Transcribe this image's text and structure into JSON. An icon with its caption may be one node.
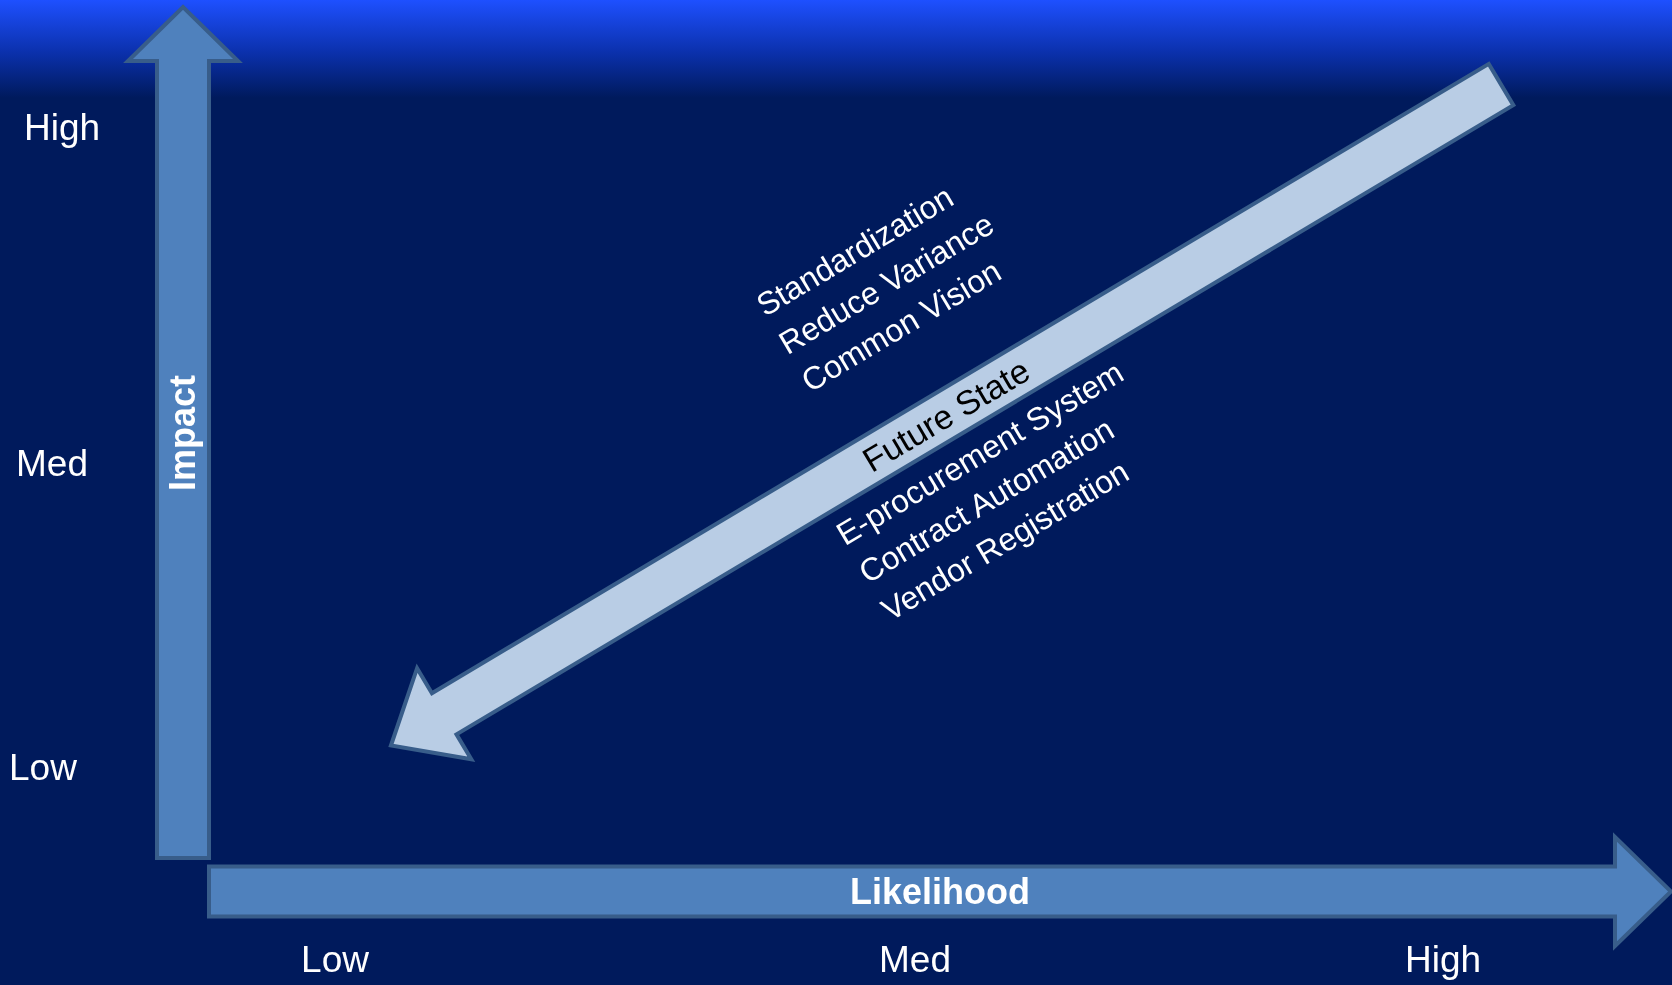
{
  "diagram": {
    "nodes": [
      {
        "text": [
          "Impact"
        ]
      },
      {
        "text": [
          "Likelihood"
        ]
      },
      {
        "text": [
          "Future State"
        ]
      }
    ],
    "labels": [
      "High",
      "Med",
      "Low",
      "Standardization",
      "Reduce Variance",
      "Common Vision",
      "E-procurement System",
      "Contract Automation",
      "Vendor Registration",
      "Low",
      "Med",
      "High"
    ]
  }
}
